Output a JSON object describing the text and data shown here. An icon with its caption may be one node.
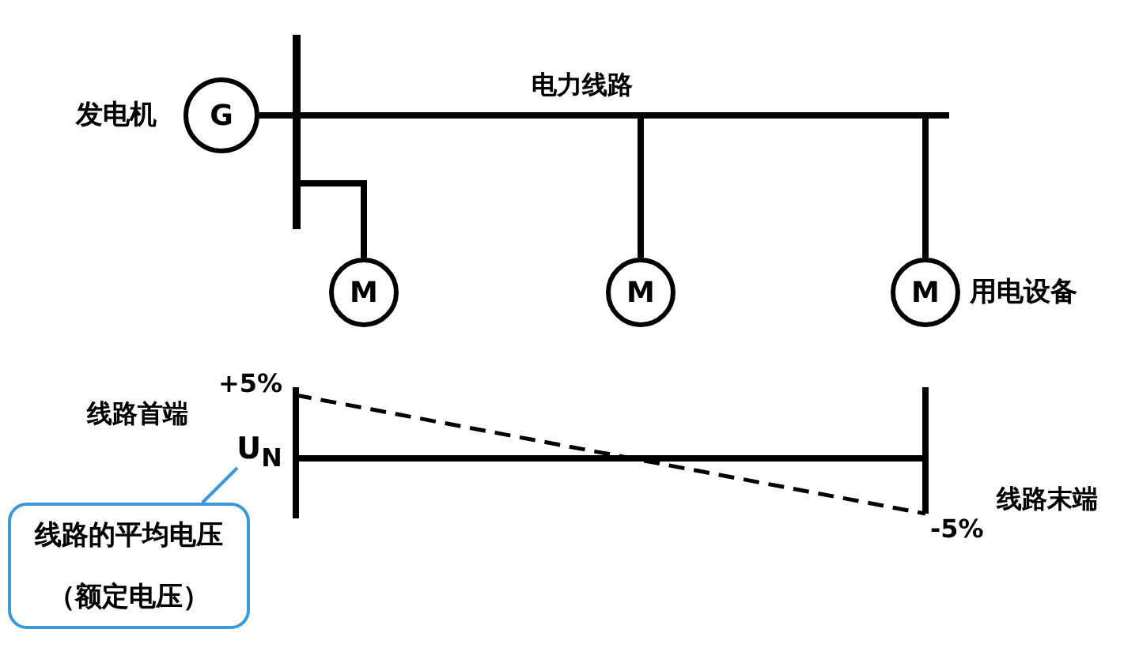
{
  "diagram": {
    "nodes": [
      {
        "text": [
          "G"
        ],
        "beside": [
          "发电机"
        ]
      },
      {
        "text": [],
        "shape": "bar"
      },
      {
        "text": [
          "M"
        ]
      },
      {
        "text": [
          "M"
        ]
      },
      {
        "text": [
          "M"
        ],
        "beside": [
          "用电设备"
        ]
      },
      {
        "text": [
          "U$_{N}$"
        ]
      },
      {
        "text": [
          "线路的平均电压",
          "（额定电压）"
        ]
      }
    ],
    "edges": [
      {
        "from": 0,
        "to": 1,
        "arrow": "none"
      },
      {
        "from": 1,
        "to": 2,
        "arrow": "none"
      },
      {
        "from": 1,
        "to": 3,
        "arrow": "none"
      },
      {
        "from": 1,
        "to": 4,
        "arrow": "none"
      },
      {
        "from": 6,
        "to": 5,
        "arrow": "none",
        "color": "#3a9ad9"
      }
    ],
    "labels": [
      "电力线路",
      "+5%",
      "线路首端",
      "线路末端",
      "-5%"
    ]
  }
}
